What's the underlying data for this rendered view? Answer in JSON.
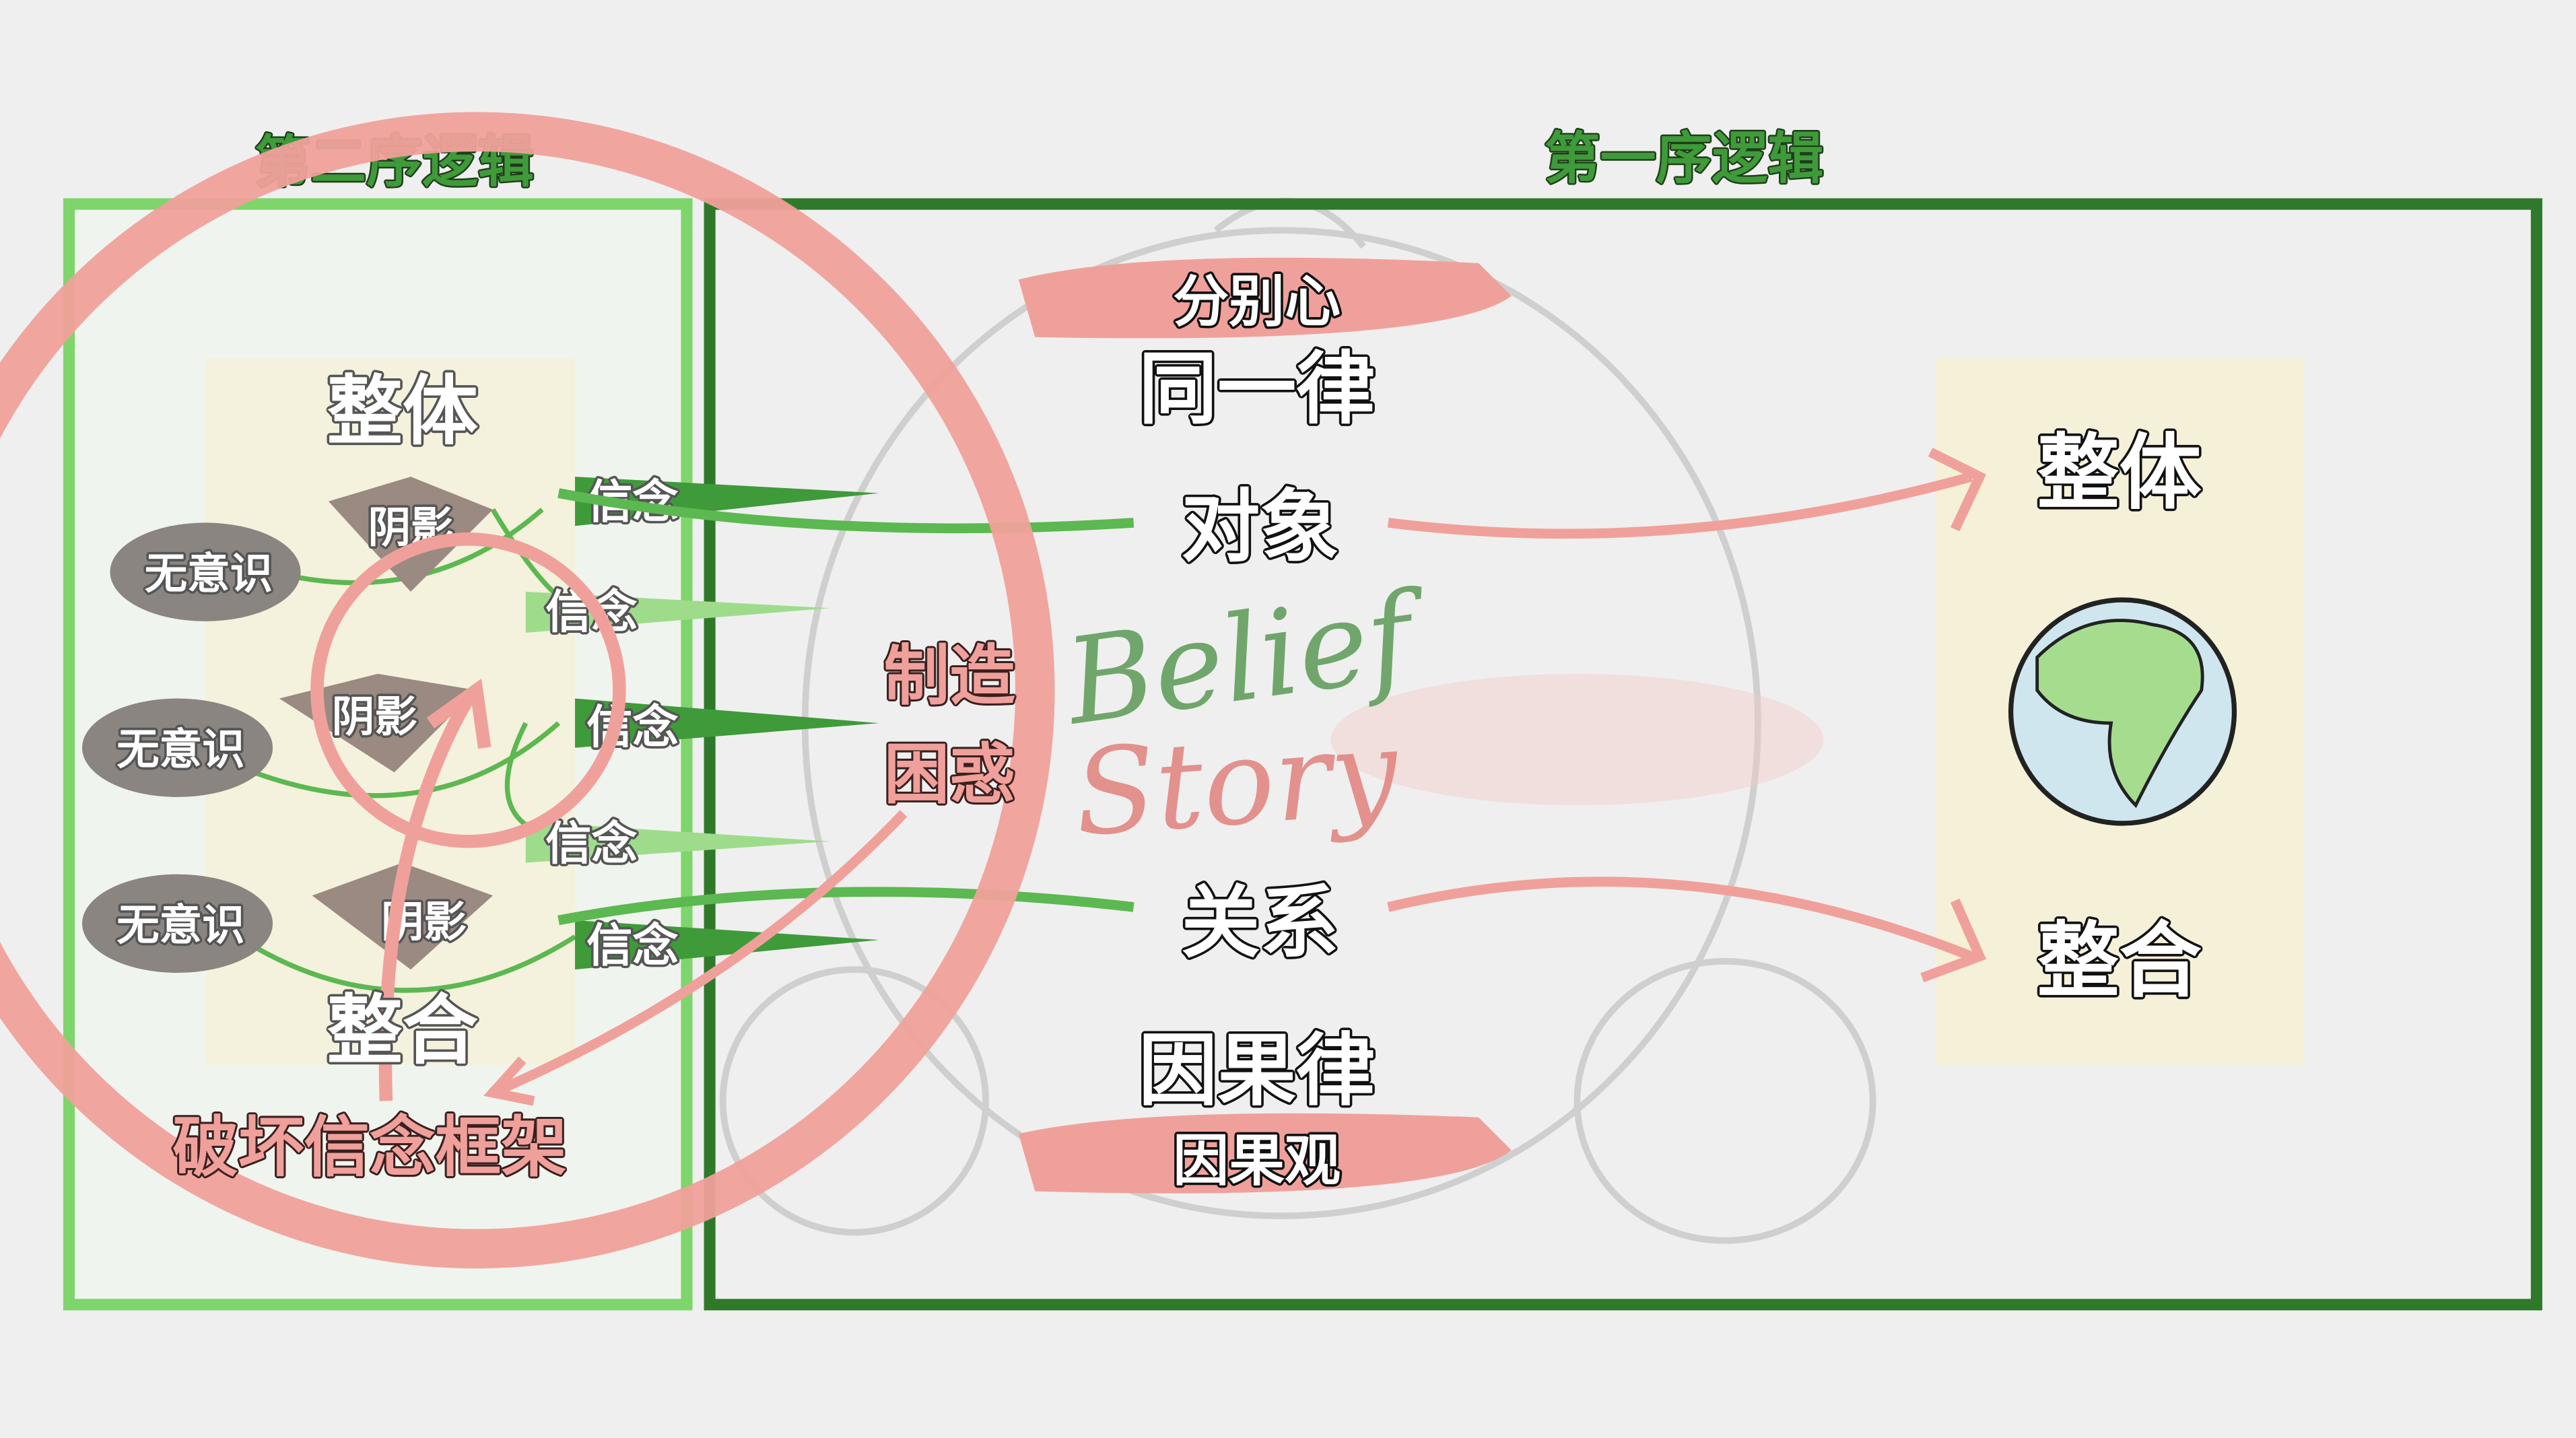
{
  "left_panel": {
    "title": "第二序逻辑",
    "top_label": "整体",
    "bottom_label": "整合",
    "unconscious": [
      "无意识",
      "无意识",
      "无意识"
    ],
    "shadows": [
      "阴影",
      "阴影",
      "阴影"
    ],
    "beliefs": [
      "信念",
      "信念",
      "信念",
      "信念",
      "信念"
    ],
    "break_label": "破坏信念框架"
  },
  "middle": {
    "create_label": "制造",
    "confusion_label": "困惑",
    "discrimination": "分别心",
    "identity_law": "同一律",
    "object": "对象",
    "relation": "关系",
    "causality_law": "因果律",
    "causal_view": "因果观",
    "handwriting_1": "Belief",
    "handwriting_2": "Story"
  },
  "right_panel": {
    "title": "第一序逻辑",
    "whole": "整体",
    "integration": "整合"
  },
  "colors": {
    "light_green": "#7ed56b",
    "dark_green": "#2f7a2a",
    "pink": "#f0a09a",
    "cream": "#f5f0d8"
  }
}
